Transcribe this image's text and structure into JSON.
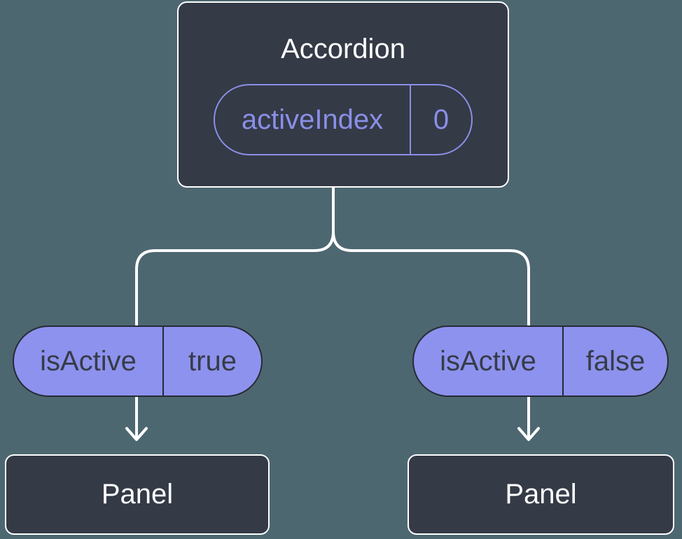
{
  "diagram": {
    "root": {
      "title": "Accordion",
      "prop": {
        "name": "activeIndex",
        "value": "0"
      }
    },
    "branches": [
      {
        "prop": {
          "name": "isActive",
          "value": "true"
        },
        "child": {
          "title": "Panel"
        }
      },
      {
        "prop": {
          "name": "isActive",
          "value": "false"
        },
        "child": {
          "title": "Panel"
        }
      }
    ],
    "colors": {
      "background": "#4d6771",
      "node_fill": "#343a46",
      "node_border": "#ffffff",
      "accent_purple": "#8a8fe8",
      "state_pill_fill": "#8d92ee",
      "state_pill_border": "#262b35",
      "state_pill_text": "#363c48",
      "connector": "#ffffff"
    }
  }
}
